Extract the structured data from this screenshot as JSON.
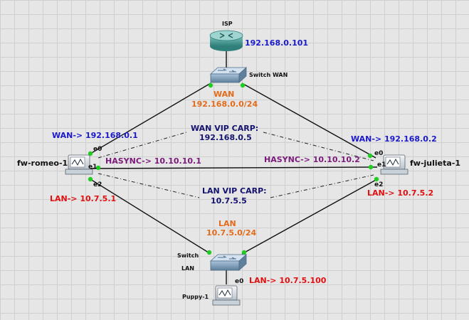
{
  "nodes": {
    "isp": {
      "name": "ISP",
      "ip": "192.168.0.101"
    },
    "switch_wan": {
      "name": "Switch WAN"
    },
    "fw_romeo": {
      "name": "fw-romeo-1",
      "wan": "WAN-> 192.168.0.1",
      "hasync": "HASYNC-> 10.10.10.1",
      "lan": "LAN-> 10.7.5.1"
    },
    "fw_julieta": {
      "name": "fw-julieta-1",
      "wan": "WAN-> 192.168.0.2",
      "hasync": "HASYNC-> 10.10.10.2",
      "lan": "LAN-> 10.7.5.2"
    },
    "switch_lan": {
      "name_line1": "Switch",
      "name_line2": "LAN"
    },
    "puppy": {
      "name": "Puppy-1",
      "lan": "LAN-> 10.7.5.100"
    }
  },
  "networks": {
    "wan": {
      "title": "WAN",
      "subnet": "192.168.0.0/24"
    },
    "lan": {
      "title": "LAN",
      "subnet": "10.7.5.0/24"
    }
  },
  "vips": {
    "wan": {
      "title": "WAN VIP CARP:",
      "ip": "192.168.0.5"
    },
    "lan": {
      "title": "LAN VIP CARP:",
      "ip": "10.7.5.5"
    }
  },
  "ports": {
    "romeo_e0": "e0",
    "romeo_e1": "e1",
    "romeo_e2": "e2",
    "julieta_e0": "e0",
    "julieta_e1": "e1",
    "julieta_e2": "e2",
    "puppy_e0": "e0"
  },
  "colors": {
    "wan_label": "#1a1acc",
    "lan_label": "#e01010",
    "hasync_label": "#7a1a7a",
    "network_label": "#e36b1a",
    "vip_label": "#14146e",
    "link_up": "#22cc22"
  }
}
